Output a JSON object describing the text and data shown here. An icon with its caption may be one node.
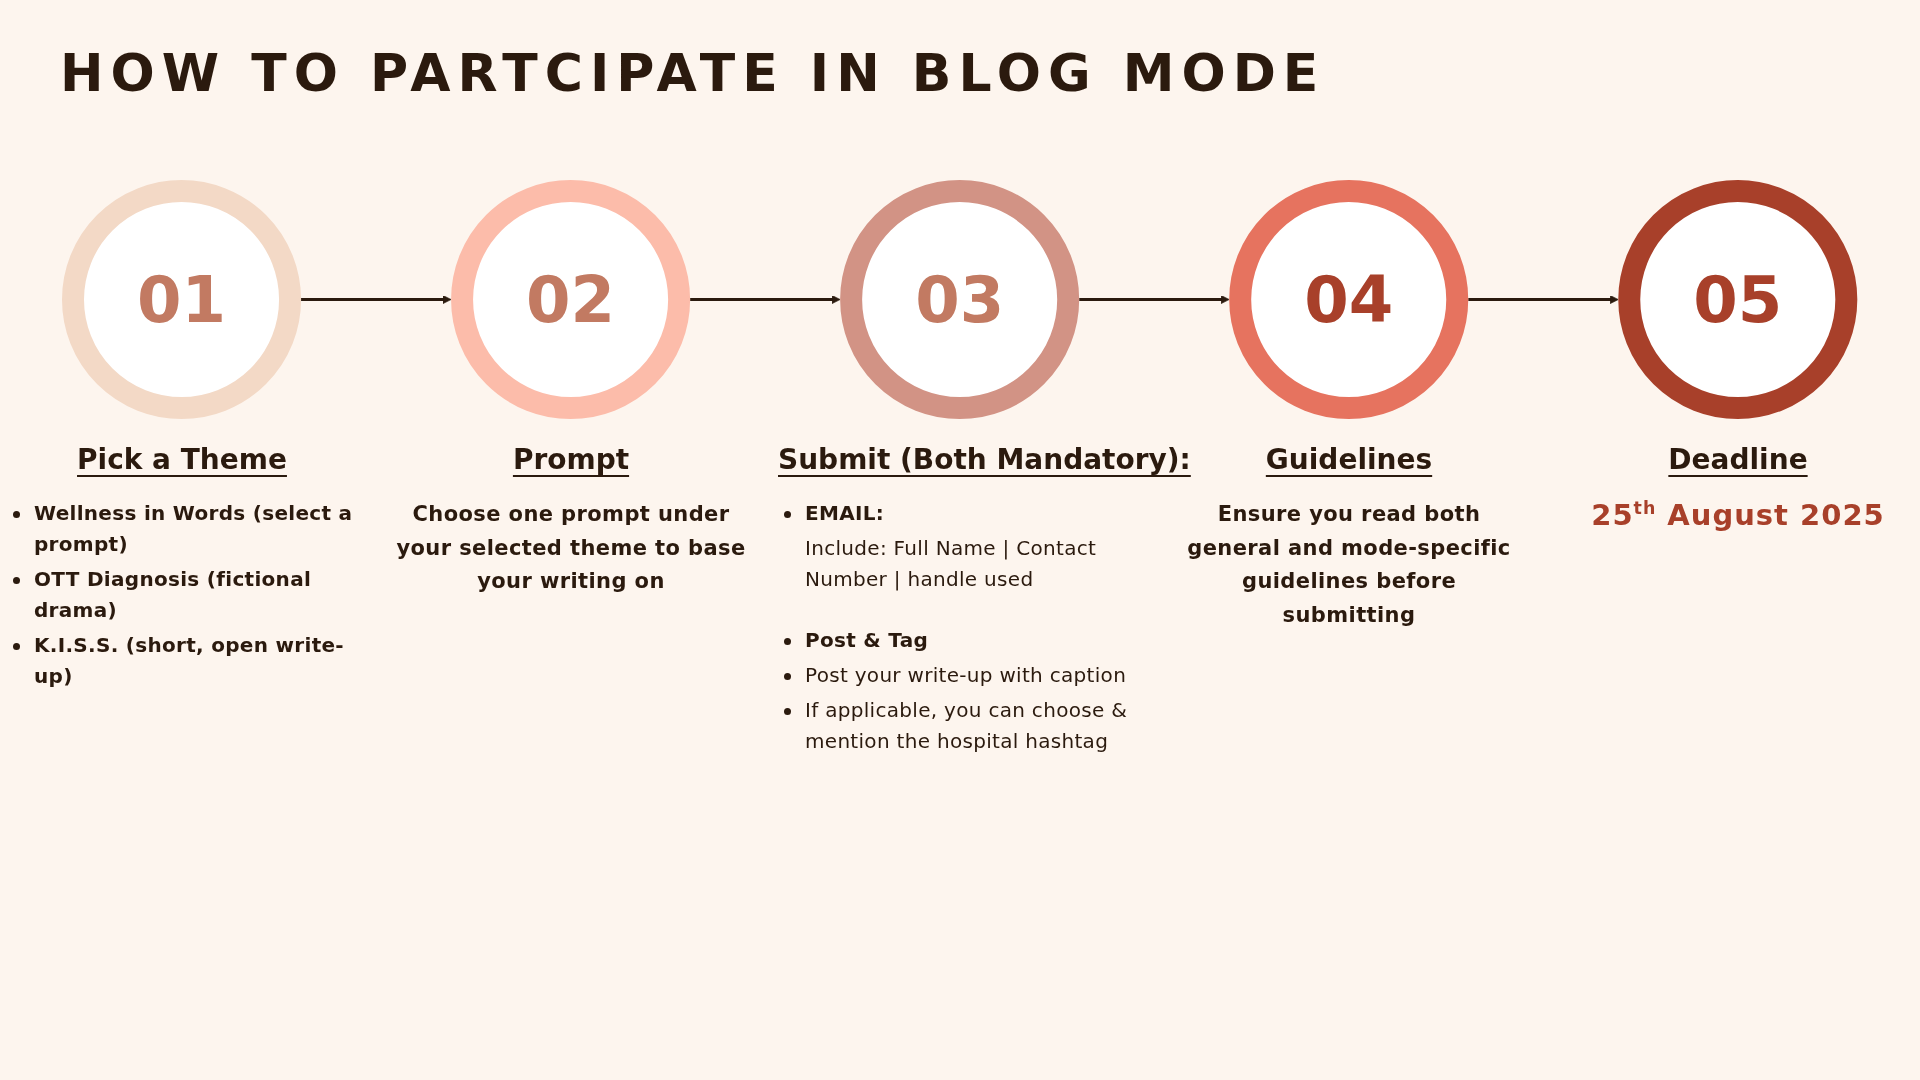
{
  "diagram": {
    "title": "HOW TO PARTCIPATE IN BLOG MODE",
    "nodes": [
      {
        "text": [
          "01"
        ],
        "beside": [
          "Pick a Theme",
          "Wellness in Words (select a prompt)",
          "OTT Diagnosis (fictional drama)",
          "K.I.S.S. (short, open write-up)"
        ]
      },
      {
        "text": [
          "02"
        ],
        "beside": [
          "Prompt",
          "Choose one prompt under your selected theme to base your writing on"
        ]
      },
      {
        "text": [
          "03"
        ],
        "beside": [
          "Submit (Both Mandatory):",
          "EMAIL:",
          "Include: Full Name | Contact Number | handle used",
          "Post & Tag",
          "Post your write-up with caption",
          "If applicable, you can choose & mention the hospital hashtag"
        ]
      },
      {
        "text": [
          "04"
        ],
        "beside": [
          "Guidelines",
          "Ensure you read both general and mode-specific guidelines before submitting"
        ]
      },
      {
        "text": [
          "05"
        ],
        "beside": [
          "Deadline",
          "25$^{th}$ August 2025"
        ]
      }
    ],
    "edges": [
      {
        "from": 0,
        "to": 1,
        "arrow": "to"
      },
      {
        "from": 1,
        "to": 2,
        "arrow": "to"
      },
      {
        "from": 2,
        "to": 3,
        "arrow": "to"
      },
      {
        "from": 3,
        "to": 4,
        "arrow": "to"
      }
    ]
  }
}
